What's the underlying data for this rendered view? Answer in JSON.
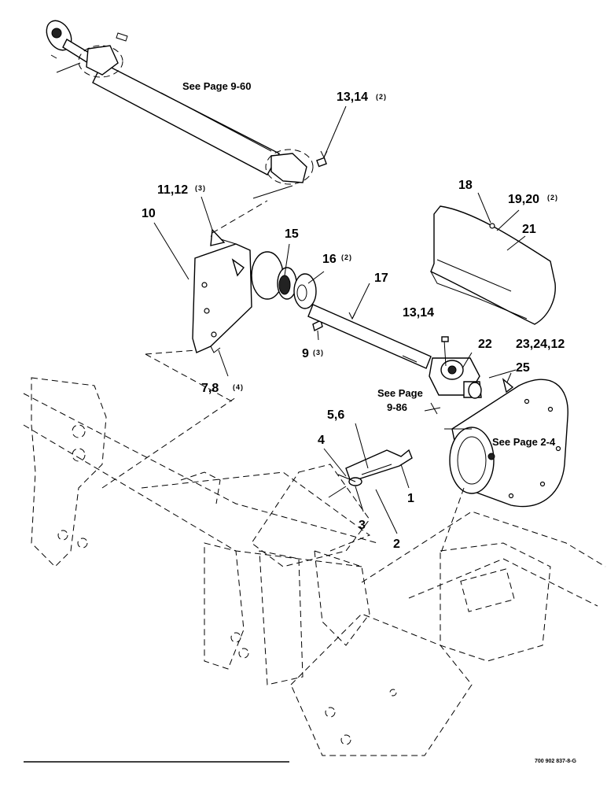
{
  "diagram": {
    "callouts": {
      "c1": "1",
      "c2": "2",
      "c3": "3",
      "c4": "4",
      "c5_6": "5,6",
      "c7_8": "7,8",
      "c7_8_qty": "(4)",
      "c9": "9",
      "c9_qty": "(3)",
      "c10": "10",
      "c11_12": "11,12",
      "c11_12_qty": "(3)",
      "c13_14_top": "13,14",
      "c13_14_top_qty": "(2)",
      "c13_14_lower": "13,14",
      "c15": "15",
      "c16": "16",
      "c16_qty": "(2)",
      "c17": "17",
      "c18": "18",
      "c19_20": "19,20",
      "c19_20_qty": "(2)",
      "c21": "21",
      "c22": "22",
      "c23_24_12": "23,24,12",
      "c25": "25"
    },
    "page_refs": {
      "ref_9_60": "See Page 9-60",
      "ref_9_86_line1": "See Page",
      "ref_9_86_line2": "9-86",
      "ref_2_4": "See Page 2-4"
    },
    "drawing_number": "700 902 837-8-G"
  }
}
